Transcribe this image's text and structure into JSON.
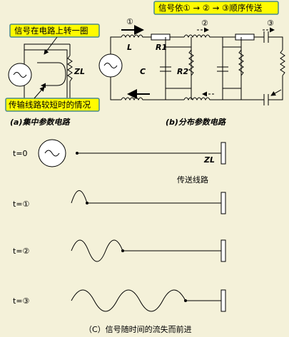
{
  "top_left": {
    "callout_top": "信号在电路上转一圈",
    "callout_bottom": "传输线路较短时的情况",
    "load_label": "ZL",
    "caption": "(a)集中参数电路"
  },
  "top_right": {
    "callout": "信号依① → ② → ③顺序传送",
    "marks": [
      "①",
      "②",
      "③"
    ],
    "L": "L",
    "R1": "R1",
    "C": "C",
    "R2": "R2",
    "caption": "(b)分布参数电路"
  },
  "bottom": {
    "rows": [
      "t=0",
      "t=①",
      "t=②",
      "t=③"
    ],
    "load_label": "ZL",
    "line_label": "传送线路",
    "caption": "（C）信号随时间的流失而前进"
  },
  "colors": {
    "background": "#f4f1d9",
    "callout_fill": "#fffb00",
    "callout_border": "#4a8a8a"
  }
}
